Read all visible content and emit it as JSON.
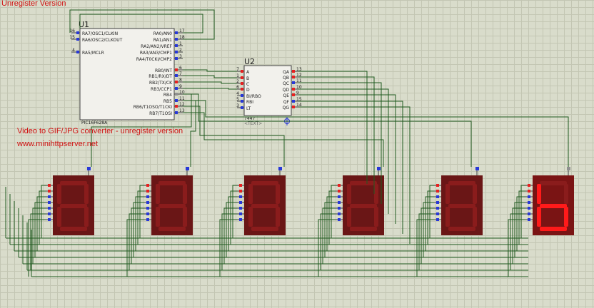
{
  "banner": {
    "unregister": "Unregister Version",
    "converter": "Video to GIF/JPG converter - unregister version",
    "website": "www.minihttpserver.net"
  },
  "u1": {
    "ref": "U1",
    "part": "PIC16F628A",
    "left_pins": [
      {
        "num": "16",
        "name": "RA7/OSC1/CLKIN"
      },
      {
        "num": "15",
        "name": "RA6/OSC2/CLKOUT"
      },
      {
        "num": "4",
        "name": "RA5/MCLR"
      }
    ],
    "right_pins": [
      {
        "num": "17",
        "name": "RA0/AN0"
      },
      {
        "num": "18",
        "name": "RA1/AN1"
      },
      {
        "num": "1",
        "name": "RA2/AN2/VREF"
      },
      {
        "num": "2",
        "name": "RA3/AN3/CMP1"
      },
      {
        "num": "3",
        "name": "RA4/T0CKI/CMP2"
      },
      {
        "num": "6",
        "name": "RB0/INT"
      },
      {
        "num": "7",
        "name": "RB1/RX/DT"
      },
      {
        "num": "8",
        "name": "RB2/TX/CK"
      },
      {
        "num": "9",
        "name": "RB3/CCP1"
      },
      {
        "num": "10",
        "name": "RB4"
      },
      {
        "num": "11",
        "name": "RB5"
      },
      {
        "num": "12",
        "name": "RB6/T1OSO/T1CKI"
      },
      {
        "num": "13",
        "name": "RB7/T1OSI"
      }
    ]
  },
  "u2": {
    "ref": "U2",
    "part": "7447",
    "text_tag": "<TEXT>",
    "left_pins": [
      {
        "num": "7",
        "name": "A"
      },
      {
        "num": "1",
        "name": "B"
      },
      {
        "num": "2",
        "name": "C"
      },
      {
        "num": "6",
        "name": "D"
      },
      {
        "num": "4",
        "name": "BI/RBO"
      },
      {
        "num": "5",
        "name": "RBI"
      },
      {
        "num": "3",
        "name": "LT"
      }
    ],
    "right_pins": [
      {
        "num": "13",
        "name": "QA"
      },
      {
        "num": "12",
        "name": "QB"
      },
      {
        "num": "11",
        "name": "QC"
      },
      {
        "num": "10",
        "name": "QD"
      },
      {
        "num": "9",
        "name": "QE"
      },
      {
        "num": "15",
        "name": "QF"
      },
      {
        "num": "14",
        "name": "QG"
      }
    ]
  },
  "displays": [
    {
      "lit": false,
      "digit": ""
    },
    {
      "lit": false,
      "digit": ""
    },
    {
      "lit": false,
      "digit": ""
    },
    {
      "lit": false,
      "digit": ""
    },
    {
      "lit": false,
      "digit": ""
    },
    {
      "lit": true,
      "digit": "b"
    }
  ],
  "colors": {
    "background": "#d9dccb",
    "grid": "#c3c6b3",
    "wire": "#1f5a1f",
    "chip_fill": "#f2f1ec",
    "display_off": "#6a1616",
    "display_segment_off": "#8a1c1c",
    "display_segment_on": "#ff1a1a",
    "pin_red": "#e82020",
    "pin_blue": "#2838d8",
    "label_red": "#d01010"
  }
}
